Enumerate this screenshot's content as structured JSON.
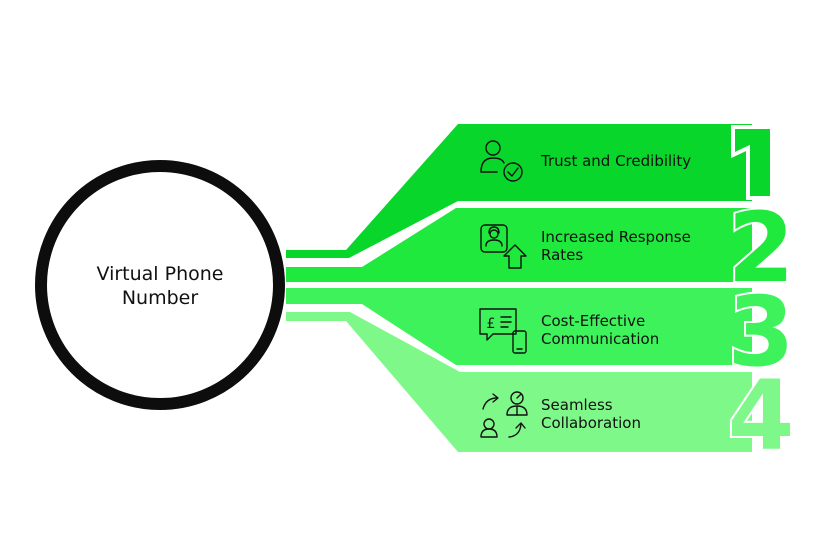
{
  "center": {
    "line1": "Virtual Phone",
    "line2": "Number"
  },
  "items": [
    {
      "number": "1",
      "line1": "Trust and Credibility",
      "line2": "",
      "icon": "user-check-icon",
      "color": "#09d62a"
    },
    {
      "number": "2",
      "line1": "Increased Response",
      "line2": "Rates",
      "icon": "response-rate-icon",
      "color": "#1ee93c"
    },
    {
      "number": "3",
      "line1": "Cost-Effective",
      "line2": "Communication",
      "icon": "cost-chat-icon",
      "color": "#3df25a"
    },
    {
      "number": "4",
      "line1": "Seamless",
      "line2": "Collaboration",
      "icon": "collaboration-icon",
      "color": "#7ff88a"
    }
  ],
  "colors": {
    "ring": "#0d0d0d",
    "text": "#111111",
    "background": "#ffffff"
  }
}
